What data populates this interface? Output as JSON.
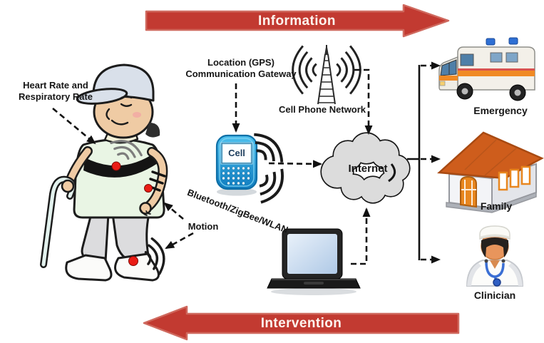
{
  "flow": {
    "information_label": "Information",
    "intervention_label": "Intervention"
  },
  "patient": {
    "vitals_label_line1": "Heart Rate and",
    "vitals_label_line2": "Respiratory Rate",
    "motion_label": "Motion",
    "sensor_color": "#EA1C15",
    "icon": "elderly-man-with-cane"
  },
  "gateway": {
    "label_line1": "Location (GPS)",
    "label_line2": "Communication Gateway",
    "phone_screen_text": "Cell",
    "radio_label": "Bluetooth/ZigBee/WLAN",
    "network_label": "Cell Phone Network",
    "phone_color": "#1E9CD7"
  },
  "network": {
    "internet_label": "Internet",
    "cloud_fill": "#DCDCDC"
  },
  "recipients": [
    {
      "label": "Emergency",
      "icon": "ambulance-icon"
    },
    {
      "label": "Family",
      "icon": "house-icon"
    },
    {
      "label": "Clinician",
      "icon": "doctor-icon"
    }
  ],
  "colors": {
    "banner_red": "#C23A31",
    "banner_border": "#CF695E",
    "stripe_orange": "#F08A24",
    "roof_orange": "#CE5D1C"
  },
  "icons": [
    "cell-phone-icon",
    "cell-tower-icon",
    "radio-waves-icon",
    "internet-cloud",
    "laptop-icon",
    "ambulance-icon",
    "house-icon",
    "doctor-icon",
    "cane-icon"
  ]
}
